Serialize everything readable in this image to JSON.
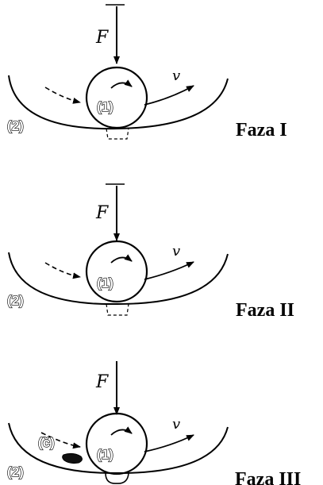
{
  "phases": [
    {
      "force_label": "F",
      "velocity_label": "v",
      "body_label": "(1)",
      "bowl_label": "(2)",
      "phase_label": "Faza I"
    },
    {
      "force_label": "F",
      "velocity_label": "v",
      "body_label": "(1)",
      "bowl_label": "(2)",
      "phase_label": "Faza II"
    },
    {
      "force_label": "F",
      "velocity_label": "v",
      "body_label": "(1)",
      "bowl_label": "(2)",
      "particle_label": "(č)",
      "phase_label": "Faza III"
    }
  ]
}
